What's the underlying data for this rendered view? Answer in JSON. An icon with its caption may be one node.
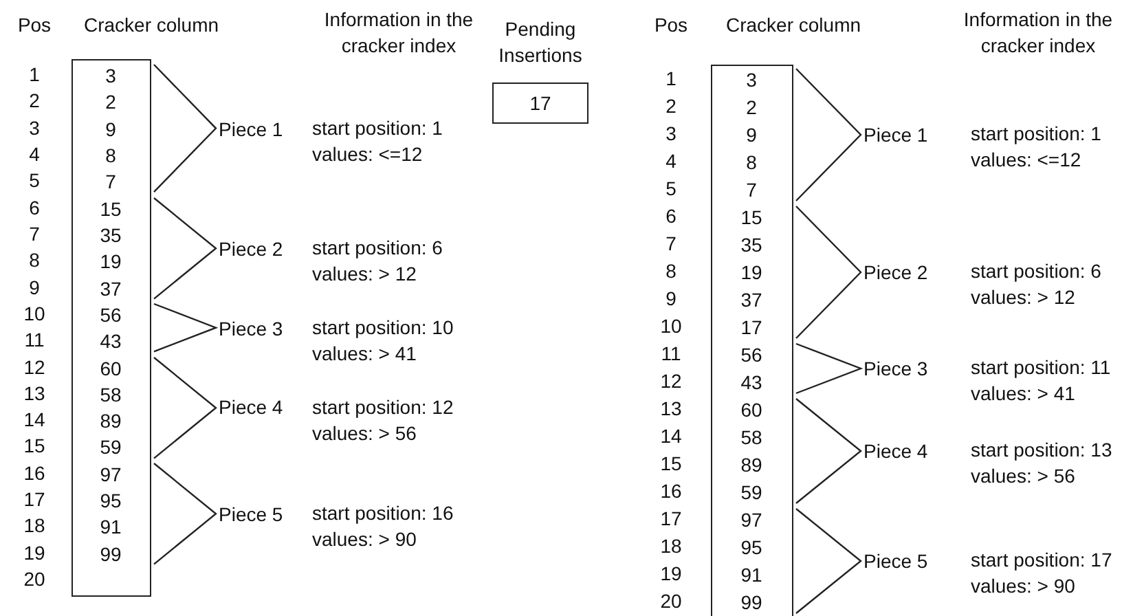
{
  "diagram": {
    "nodes": [
      {
        "text": [
          "Cracker column",
          "3",
          "2",
          "9",
          "8",
          "7",
          "15",
          "35",
          "19",
          "37",
          "56",
          "43",
          "60",
          "58",
          "89",
          "59",
          "97",
          "95",
          "91",
          "99"
        ]
      },
      {
        "text": [
          "Piece 1"
        ],
        "beside": [
          "start position: 1",
          "values: <=12"
        ]
      },
      {
        "text": [
          "Piece 2"
        ],
        "beside": [
          "start position: 6",
          "values: > 12"
        ]
      },
      {
        "text": [
          "Piece 3"
        ],
        "beside": [
          "start position: 10",
          "values: > 41"
        ]
      },
      {
        "text": [
          "Piece 4"
        ],
        "beside": [
          "start position: 12",
          "values: > 56"
        ]
      },
      {
        "text": [
          "Piece 5"
        ],
        "beside": [
          "start position: 16",
          "values: > 90"
        ]
      },
      {
        "text": [
          "Pending Insertions",
          "17"
        ]
      },
      {
        "text": [
          "Cracker column",
          "3",
          "2",
          "9",
          "8",
          "7",
          "15",
          "35",
          "19",
          "37",
          "17",
          "56",
          "43",
          "60",
          "58",
          "89",
          "59",
          "97",
          "95",
          "91",
          "99"
        ]
      },
      {
        "text": [
          "Piece 1"
        ],
        "beside": [
          "start position: 1",
          "values: <=12"
        ]
      },
      {
        "text": [
          "Piece 2"
        ],
        "beside": [
          "start position: 6",
          "values: > 12"
        ]
      },
      {
        "text": [
          "Piece 3"
        ],
        "beside": [
          "start position: 11",
          "values: > 41"
        ]
      },
      {
        "text": [
          "Piece 4"
        ],
        "beside": [
          "start position: 13",
          "values: > 56"
        ]
      },
      {
        "text": [
          "Piece 5"
        ],
        "beside": [
          "start position: 17",
          "values: > 90"
        ]
      }
    ],
    "labels": [
      "Pos",
      "Information in the cracker index",
      "1",
      "2",
      "3",
      "4",
      "5",
      "6",
      "7",
      "8",
      "9",
      "10",
      "11",
      "12",
      "13",
      "14",
      "15",
      "16",
      "17",
      "18",
      "19",
      "20",
      "Pos",
      "Information in the cracker index",
      "1",
      "2",
      "3",
      "4",
      "5",
      "6",
      "7",
      "8",
      "9",
      "10",
      "11",
      "12",
      "13",
      "14",
      "15",
      "16",
      "17",
      "18",
      "19",
      "20"
    ]
  }
}
